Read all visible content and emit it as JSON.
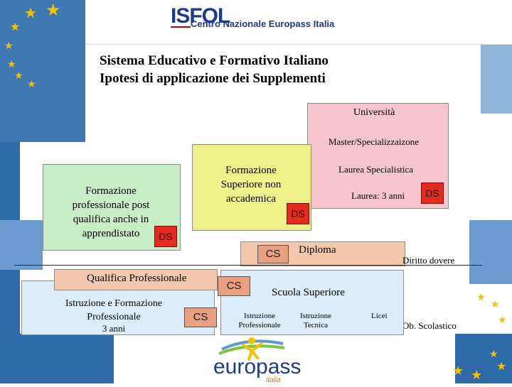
{
  "header": {
    "logo_text": "ISFOL",
    "subtitle": "Centro Nazionale Europass Italia"
  },
  "title": {
    "line1": "Sistema Educativo e Formativo Italiano",
    "line2": "Ipotesi di applicazione dei Supplementi"
  },
  "universita": {
    "title": "Università",
    "master": "Master/Specializzaizone",
    "laurea_specialistica": "Laurea Specialistica",
    "laurea_3": "Laurea: 3 anni",
    "badge": "DS"
  },
  "formazione_superiore": {
    "label": "Formazione Superiore non accademica",
    "badge": "DS"
  },
  "formazione_post": {
    "label": "Formazione professionale post qualifica anche in apprendistato",
    "badge": "DS"
  },
  "diploma": {
    "label": "Diploma",
    "badge": "CS"
  },
  "qualifica": {
    "label": "Qualifica Professionale",
    "badge": "CS"
  },
  "istruzione_formazione": {
    "label": "Istruzione e Formazione Professionale",
    "years": "3 anni",
    "badge": "CS"
  },
  "scuola_superiore": {
    "title": "Scuola Superiore",
    "col1": "Istruzione Professionale",
    "col2": "Istruzione Tecnica",
    "col3": "Licei"
  },
  "side_labels": {
    "diritto_dovere": "Diritto dovere",
    "ob_scolastico": "Ob. Scolastico"
  },
  "footer_logo": {
    "main": "europass",
    "sub": "italia"
  },
  "colors": {
    "frame_blue": "#2f6aa8",
    "universita_bg": "#f6c6cc",
    "formazione_superiore_bg": "#eef08a",
    "formazione_post_bg": "#c7eec4",
    "diploma_bg": "#f4c8ad",
    "qualifica_bg": "#f4c8ad",
    "scuola_bg": "#dcecf8",
    "ds_red": "#e52a1e",
    "cs_salmon": "#e9a080"
  }
}
